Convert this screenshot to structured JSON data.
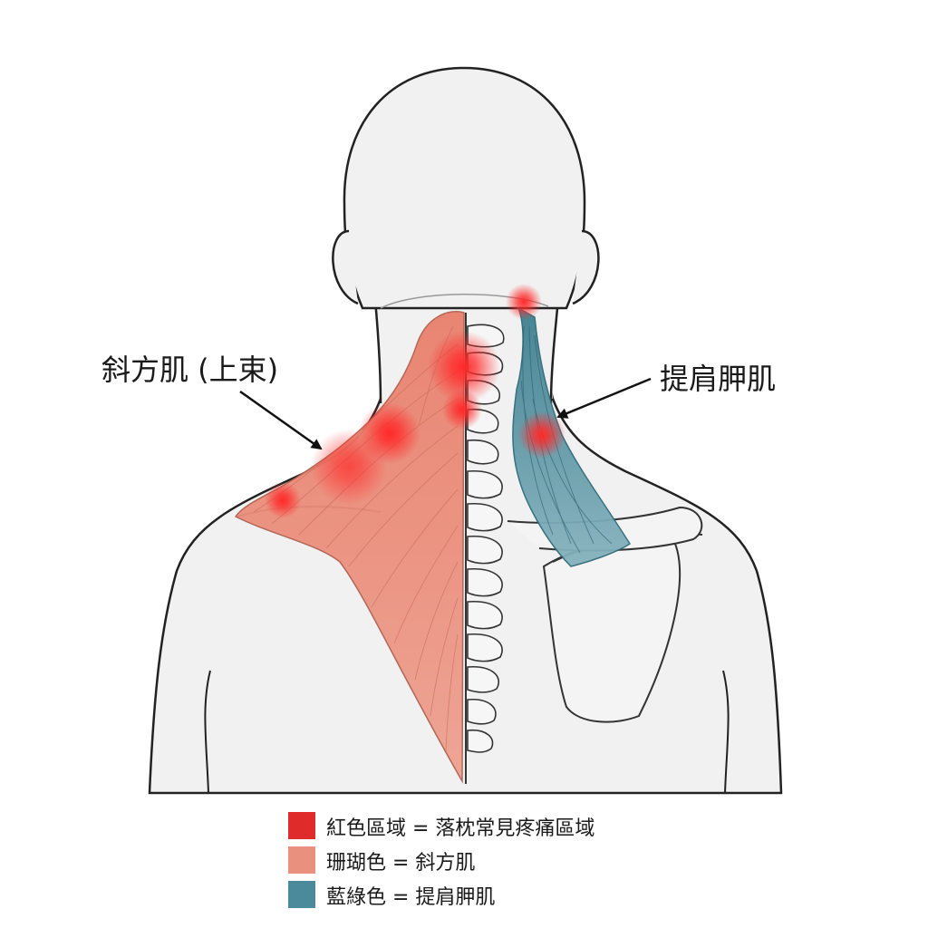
{
  "labels": {
    "trapezius_upper": "斜方肌 (上束)",
    "levator_scapulae": "提肩胛肌"
  },
  "legend": [
    {
      "text": "紅色區域 = 落枕常見疼痛區域",
      "color": "#e02b2b"
    },
    {
      "text": "珊瑚色 = 斜方肌",
      "color": "#e9907f"
    },
    {
      "text": "藍綠色 = 提肩胛肌",
      "color": "#4a8a9a"
    }
  ],
  "colors": {
    "pain": "#e8222a",
    "trapezius": "#e58a78",
    "levator": "#4d8c9c",
    "body_fill": "#f0f0f0",
    "outline": "#222222"
  },
  "icons": {
    "trapezius_arrow": "arrow-icon",
    "levator_arrow": "arrow-icon"
  }
}
